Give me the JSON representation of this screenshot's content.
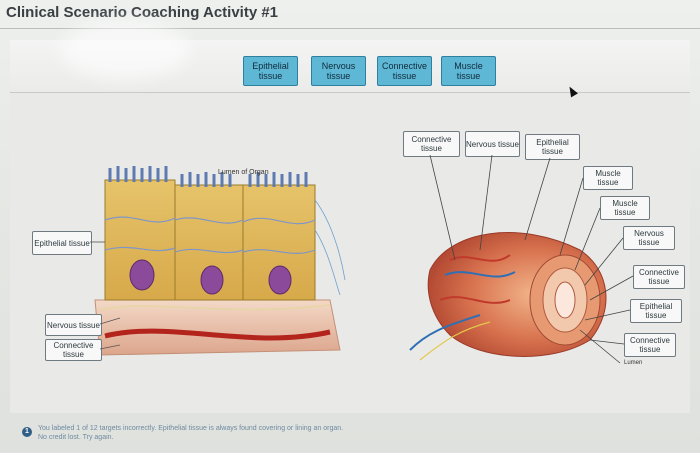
{
  "title": "Clinical Scenario Coaching Activity #1",
  "word_bank": [
    {
      "label": "Epithelial tissue"
    },
    {
      "label": "Nervous tissue"
    },
    {
      "label": "Connective tissue"
    },
    {
      "label": "Muscle tissue"
    }
  ],
  "left_figure": {
    "caption": "Lumen of Organ",
    "tags": [
      {
        "label": "Epithelial tissue"
      },
      {
        "label": "Nervous tissue"
      },
      {
        "label": "Connective tissue"
      }
    ]
  },
  "right_figure": {
    "top_tags": [
      {
        "label": "Connective tissue"
      },
      {
        "label": "Nervous tissue"
      },
      {
        "label": "Epithelial tissue"
      }
    ],
    "side_tags": [
      {
        "label": "Muscle tissue"
      },
      {
        "label": "Muscle tissue"
      },
      {
        "label": "Nervous tissue"
      },
      {
        "label": "Connective tissue"
      },
      {
        "label": "Epithelial tissue"
      },
      {
        "label": "Connective tissue"
      }
    ],
    "lumen_label": "Lumen"
  },
  "feedback": {
    "icon": "1",
    "line1": "You labeled 1 of 12 targets incorrectly. Epithelial tissue is always found covering or lining an organ.",
    "line2": "No credit lost. Try again."
  },
  "colors": {
    "chip_fill": "#5fb7d6",
    "chip_border": "#2f7f9e",
    "tag_fill": "#f7f8f7"
  }
}
